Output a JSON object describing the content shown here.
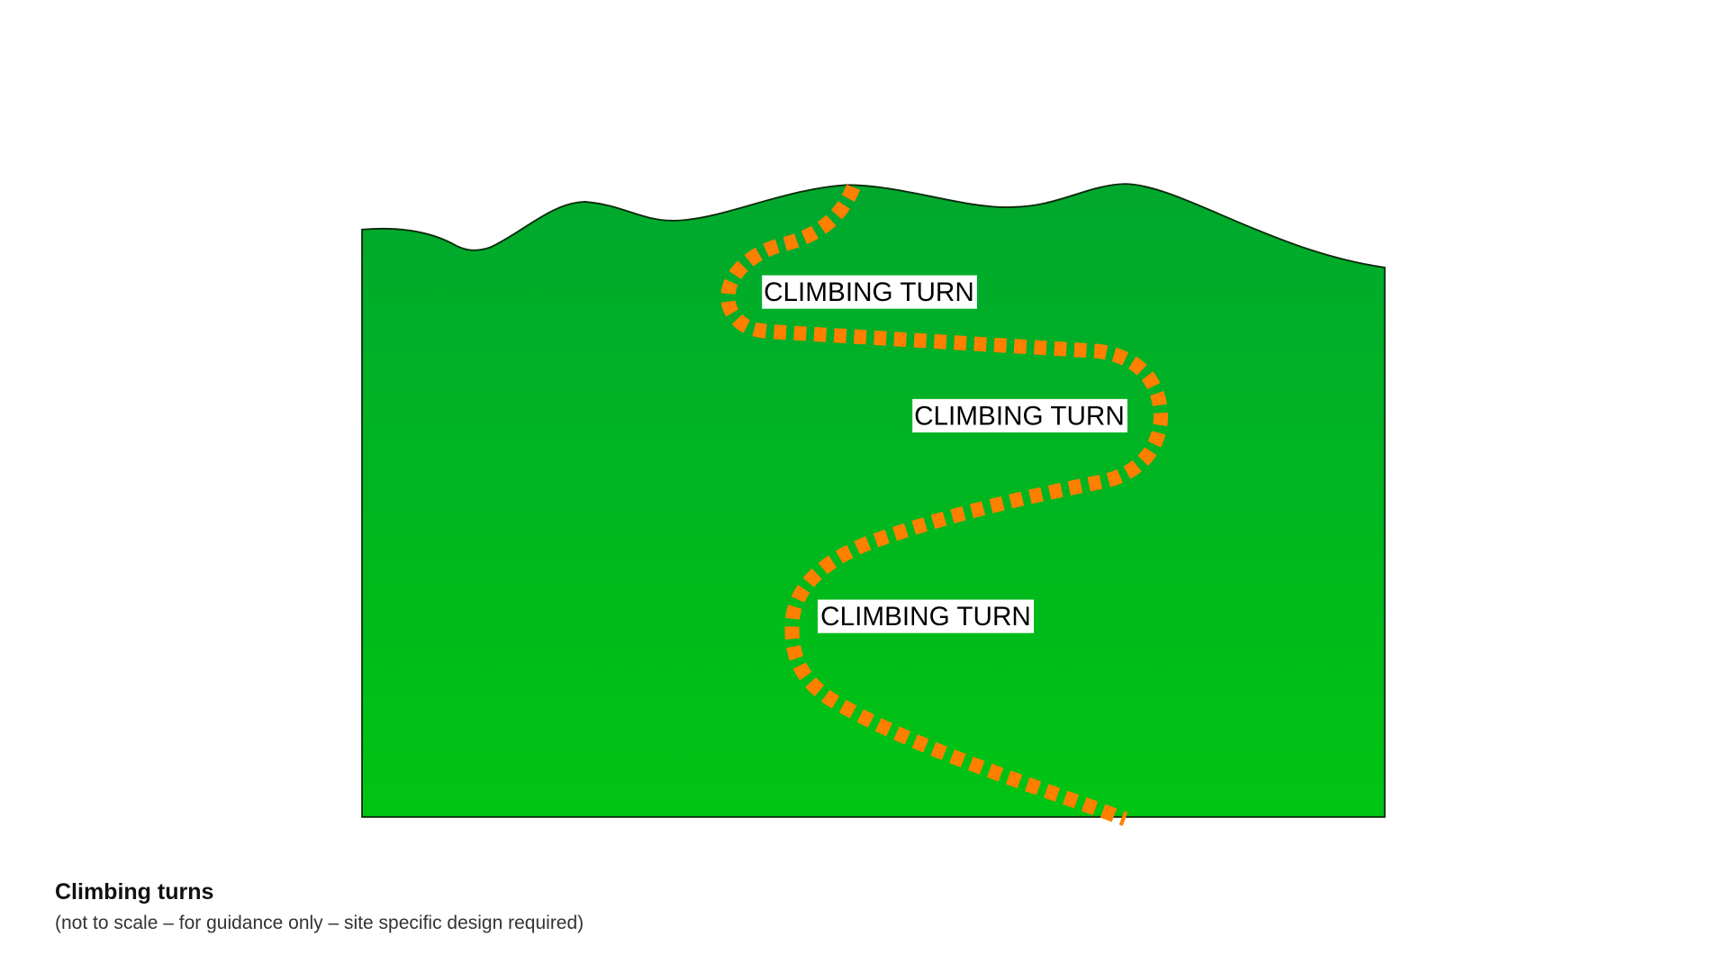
{
  "diagram": {
    "labels": [
      "CLIMBING TURN",
      "CLIMBING TURN",
      "CLIMBING TURN"
    ],
    "colors": {
      "ground_top": "#00a82e",
      "ground_bottom": "#00c412",
      "trail": "#ff7f00",
      "label_bg": "#ffffff"
    }
  },
  "caption": {
    "title": "Climbing turns",
    "subtitle": "(not to scale – for guidance only – site specific design required)"
  }
}
